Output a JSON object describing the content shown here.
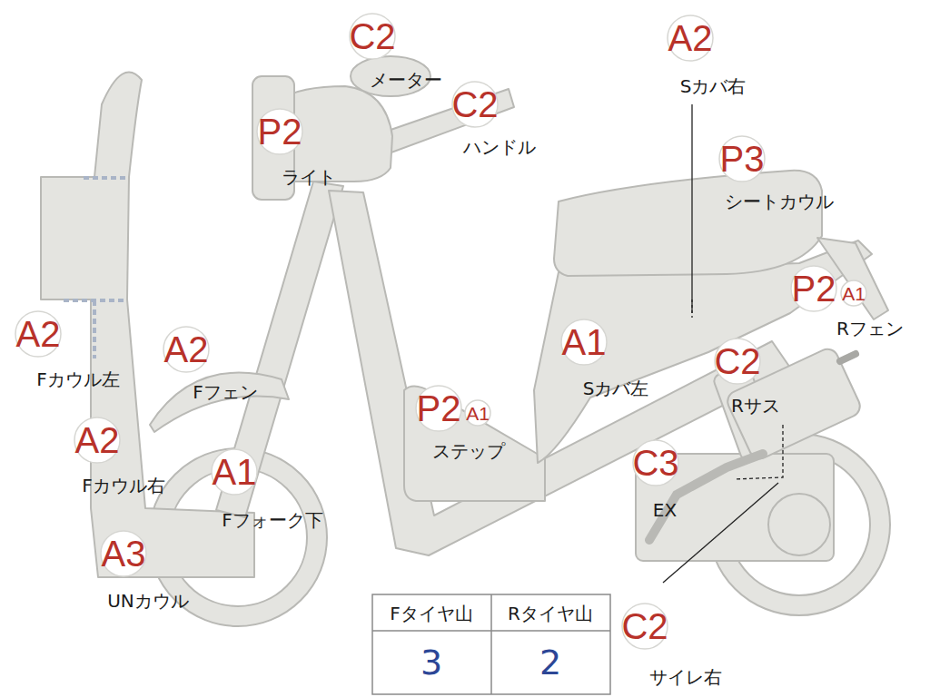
{
  "diagram": {
    "nodes": [
      {
        "text": [
          "C2",
          "メーター"
        ]
      },
      {
        "text": [
          "A2",
          "Sカバ右"
        ]
      },
      {
        "text": [
          "P2",
          "ライト"
        ]
      },
      {
        "text": [
          "C2",
          "ハンドル"
        ]
      },
      {
        "text": [
          "P3",
          "シートカウル"
        ]
      },
      {
        "text": [
          "A2",
          "Fカウル左"
        ]
      },
      {
        "text": [
          "P2",
          "Rフェン"
        ]
      },
      {
        "text": [
          "A1"
        ]
      },
      {
        "text": [
          "A2",
          "Fフェン"
        ]
      },
      {
        "text": [
          "A1",
          "Sカバ左"
        ]
      },
      {
        "text": [
          "C2",
          "Rサス"
        ]
      },
      {
        "text": [
          "P2",
          "ステップ"
        ]
      },
      {
        "text": [
          "A1"
        ]
      },
      {
        "text": [
          "A2",
          "Fカウル右"
        ]
      },
      {
        "text": [
          "A1",
          "Fフォーク下"
        ]
      },
      {
        "text": [
          "C3",
          "EX"
        ]
      },
      {
        "text": [
          "A3",
          "UNカウル"
        ]
      },
      {
        "text": [
          "C2",
          "サイレ右"
        ]
      }
    ],
    "labels": [
      "Fタイヤ山",
      "Rタイヤ山",
      "3",
      "2"
    ]
  }
}
